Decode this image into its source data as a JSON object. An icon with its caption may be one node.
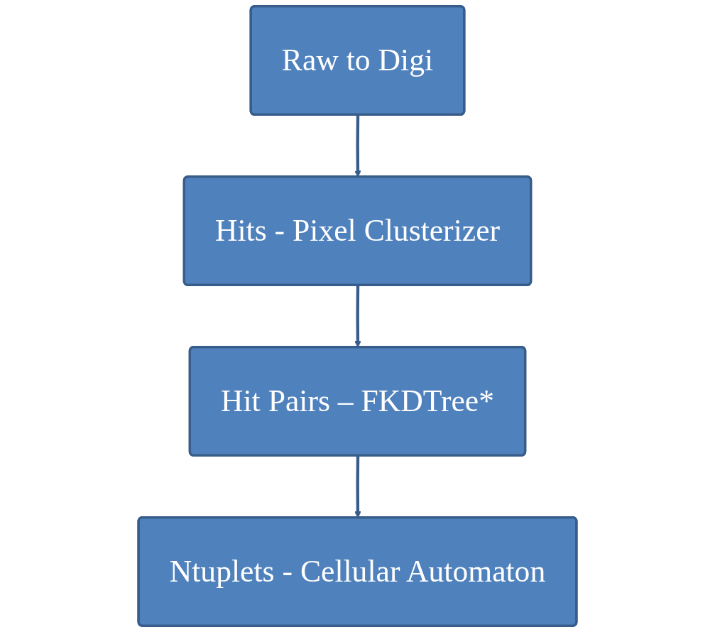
{
  "diagram": {
    "nodes": [
      {
        "text": [
          "Raw to Digi"
        ]
      },
      {
        "text": [
          "Hits - Pixel Clusterizer"
        ]
      },
      {
        "text": [
          "Hit Pairs – FKDTree*"
        ]
      },
      {
        "text": [
          "Ntuplets - Cellular Automaton"
        ]
      }
    ],
    "edges": [
      {
        "from": 0,
        "to": 1,
        "arrow": "to"
      },
      {
        "from": 1,
        "to": 2,
        "arrow": "to"
      },
      {
        "from": 2,
        "to": 3,
        "arrow": "to"
      }
    ]
  }
}
